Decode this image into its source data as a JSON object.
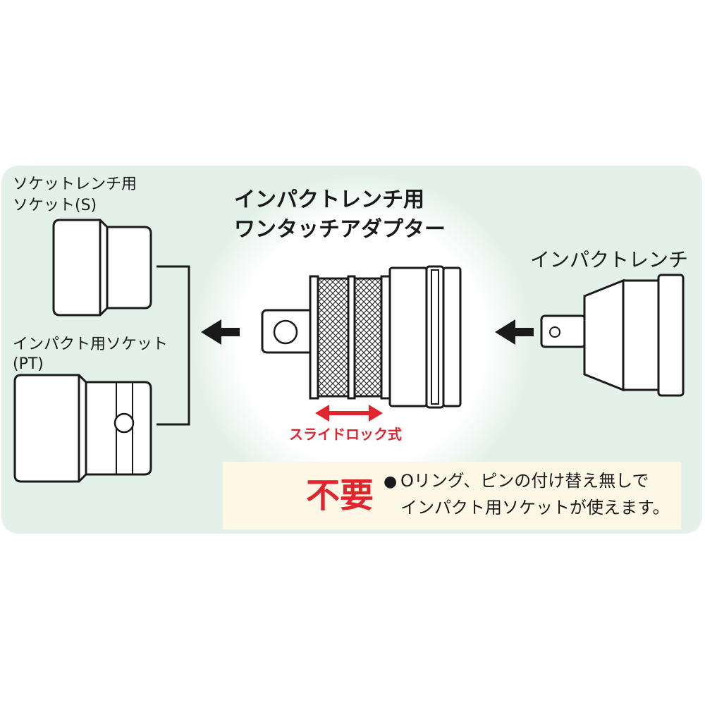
{
  "labels": {
    "socket_s_line1": "ソケットレンチ用",
    "socket_s_line2": "ソケット(S)",
    "impact_socket_line1": "インパクト用ソケット",
    "impact_socket_line2": "(PT)",
    "title_line1": "インパクトレンチ用",
    "title_line2": "ワンタッチアダプター",
    "impact_wrench": "インパクトレンチ",
    "slide_lock": "スライドロック式"
  },
  "note": {
    "unnecessary": "不要",
    "bullet": "●",
    "line1": "Oリング、ピンの付け替え無しで",
    "line2": "インパクト用ソケットが使えます。"
  },
  "icons": [
    "o-ring-icon",
    "pin-icon",
    "cross-mark-icon",
    "arrow-left-icon",
    "double-arrow-icon"
  ],
  "colors": {
    "panel": "#e3f1ea",
    "accent_red": "#e0252e",
    "note_bg": "#fdf8e6",
    "line": "#1a1a1a"
  }
}
